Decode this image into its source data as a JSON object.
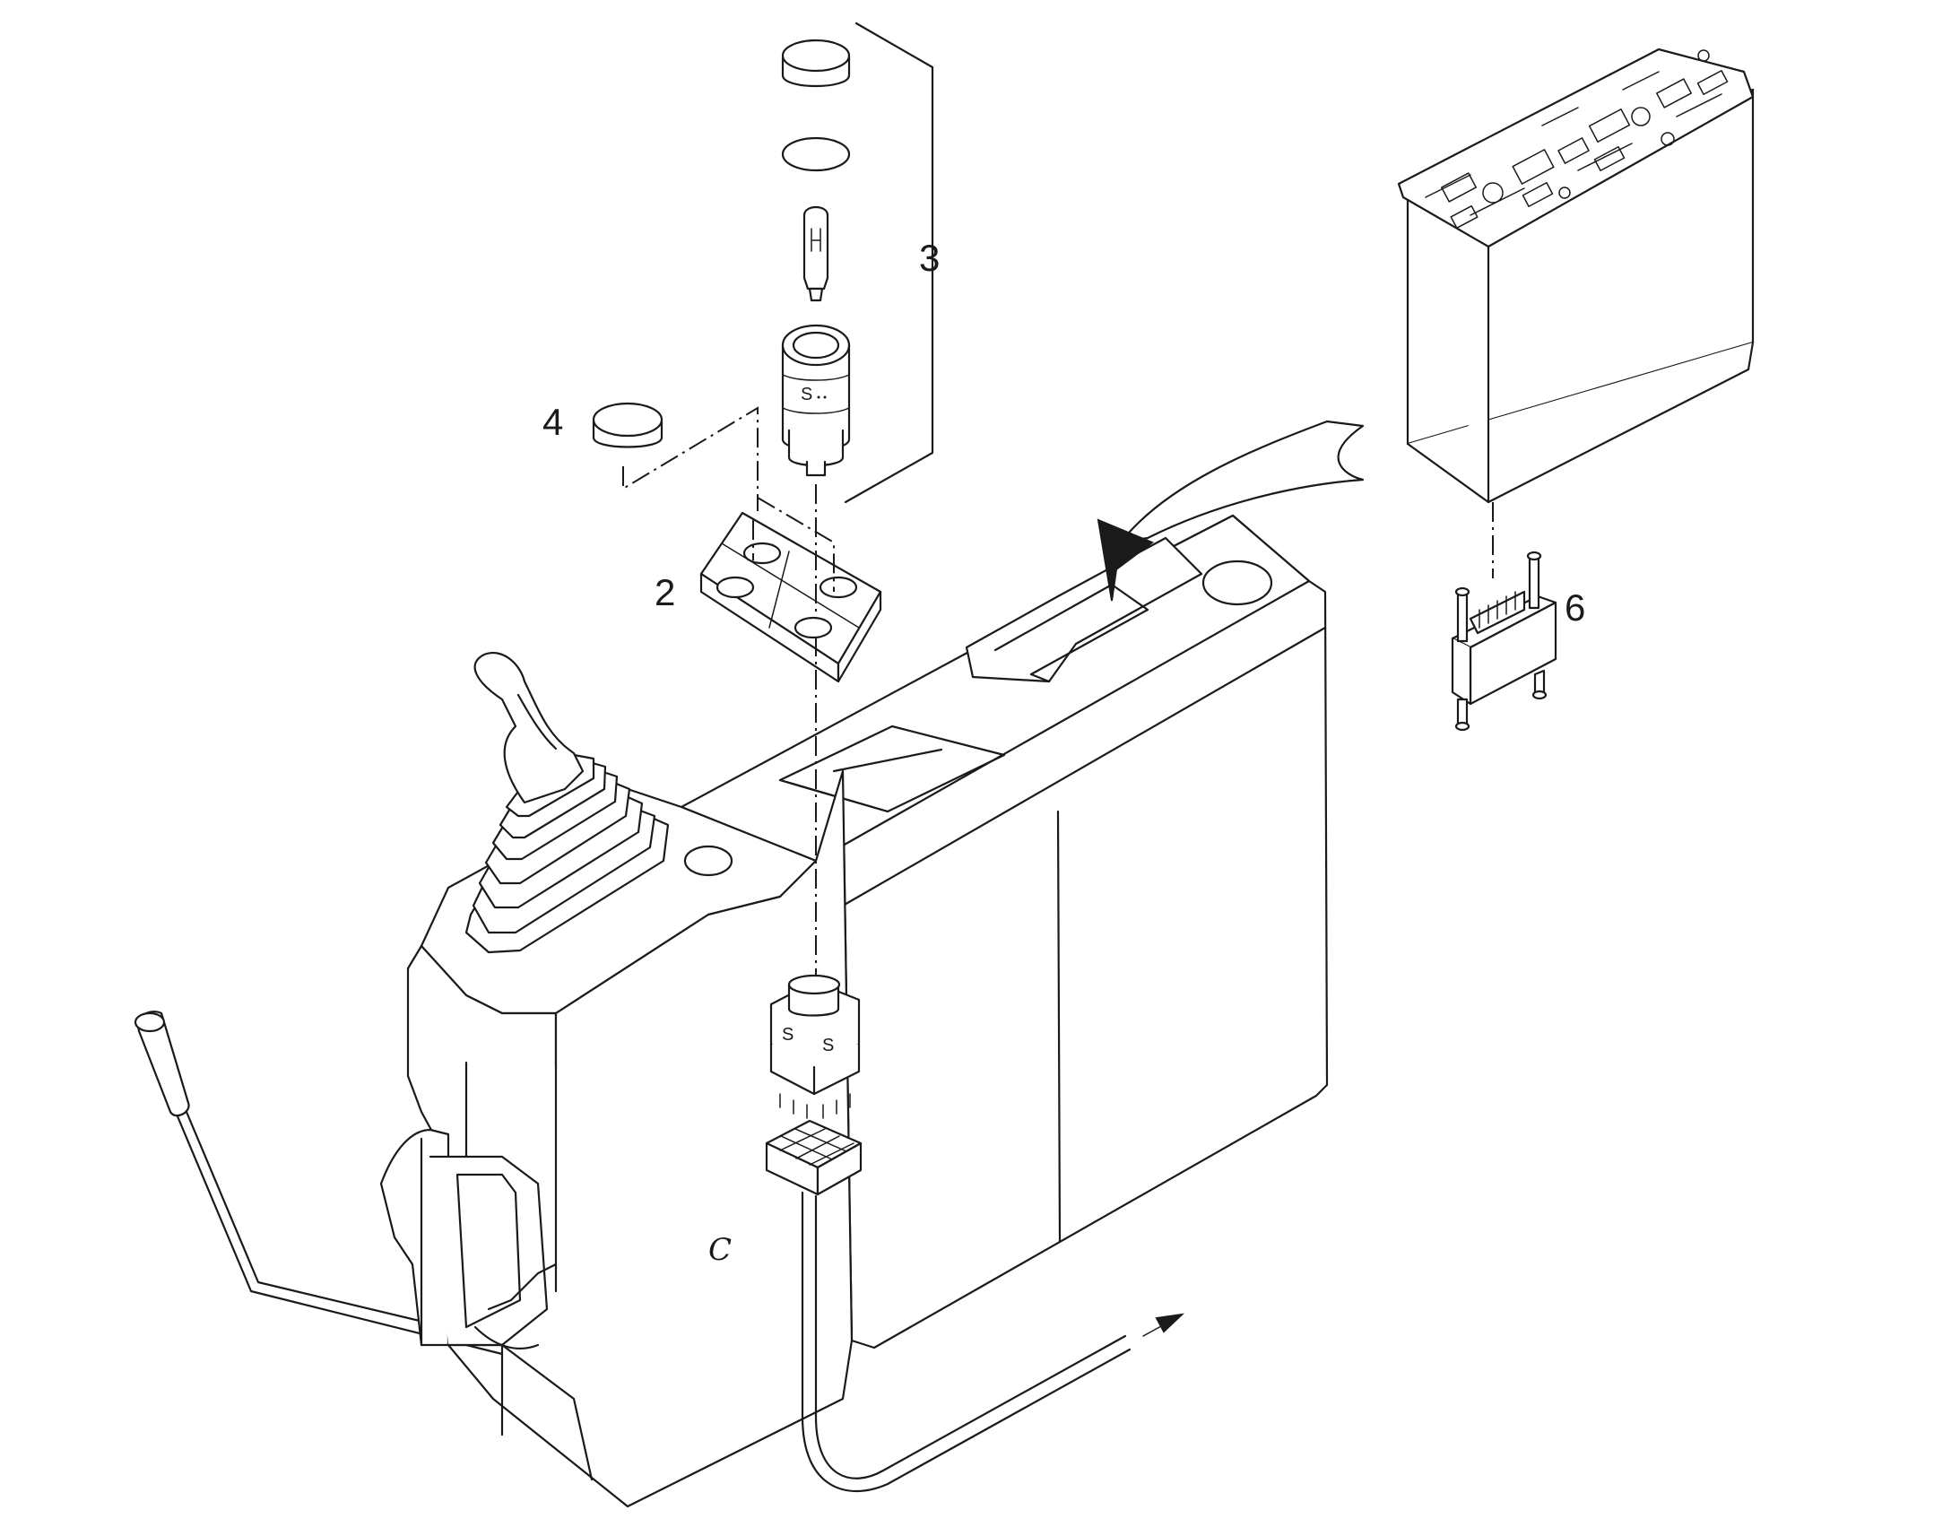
{
  "callouts": [
    {
      "id": "2",
      "text": "2"
    },
    {
      "id": "3",
      "text": "3"
    },
    {
      "id": "4",
      "text": "4"
    },
    {
      "id": "6",
      "text": "6"
    }
  ],
  "markings": {
    "switch_body_letter": "S",
    "switch_base_left": "S",
    "switch_base_right": "S",
    "console_side_mark": "C"
  },
  "colors": {
    "line": "#1a1a1a",
    "background": "#ffffff"
  }
}
